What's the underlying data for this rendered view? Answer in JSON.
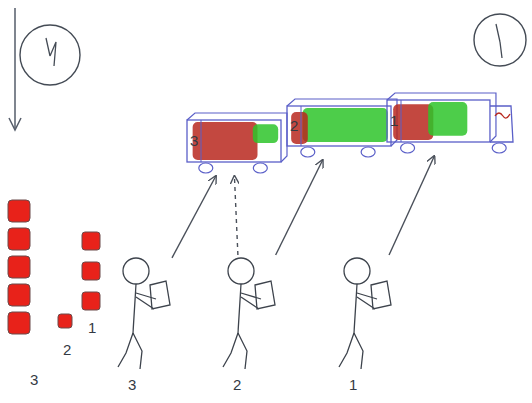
{
  "diagram": {
    "nodes": [
      {
        "text": [
          "3"
        ]
      },
      {
        "text": [
          "2"
        ]
      },
      {
        "text": [
          "1"
        ]
      },
      {
        "text": [
          "3"
        ]
      },
      {
        "text": [
          "2"
        ]
      },
      {
        "text": [
          "1"
        ]
      }
    ],
    "edges": [
      {
        "from": 3,
        "to": 0,
        "arrow": "to"
      },
      {
        "from": 4,
        "to": 0,
        "arrow": "to"
      },
      {
        "from": 4,
        "to": 1,
        "arrow": "to"
      },
      {
        "from": 5,
        "to": 2,
        "arrow": "to"
      }
    ],
    "labels": [
      "3",
      "2",
      "1"
    ]
  }
}
